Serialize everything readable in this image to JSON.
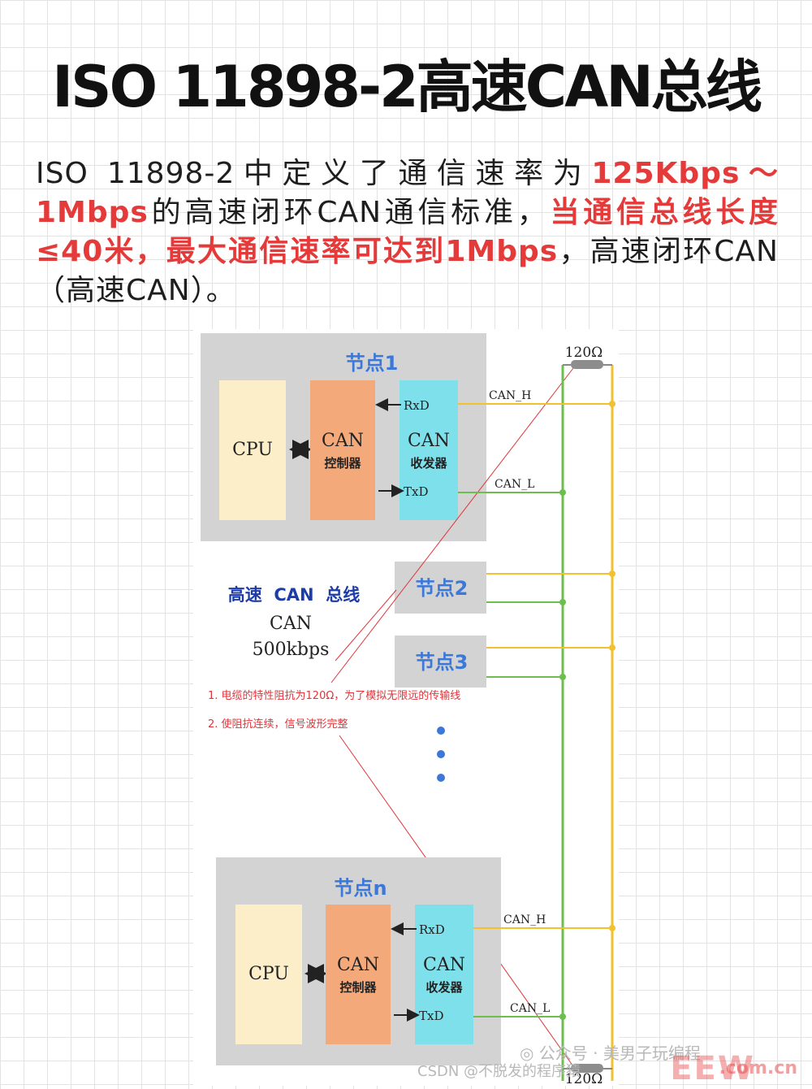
{
  "title": "ISO 11898-2高速CAN总线",
  "intro": {
    "p1": "ISO 11898-2中定义了通信速率为",
    "red1": "125Kbps～1Mbps",
    "p2": "的高速闭环CAN通信标准，",
    "red2": "当通信总线长度≤40米，最大通信速率可达到1Mbps",
    "p3": "，高速闭环CAN（高速CAN）。"
  },
  "diagram": {
    "resistor_top": "120Ω",
    "resistor_bottom": "120Ω",
    "node1": {
      "title": "节点1",
      "cpu": "CPU",
      "controller": "CAN",
      "controller_sub": "控制器",
      "transceiver": "CAN",
      "transceiver_sub": "收发器",
      "rxd": "RxD",
      "txd": "TxD",
      "can_h": "CAN_H",
      "can_l": "CAN_L"
    },
    "node2": {
      "title": "节点2"
    },
    "node3": {
      "title": "节点3"
    },
    "noden": {
      "title": "节点n",
      "cpu": "CPU",
      "controller": "CAN",
      "controller_sub": "控制器",
      "transceiver": "CAN",
      "transceiver_sub": "收发器",
      "rxd": "RxD",
      "txd": "TxD",
      "can_h": "CAN_H",
      "can_l": "CAN_L"
    },
    "bus_label": "高速  CAN  总线",
    "bus_can": "CAN",
    "bus_speed": "500kbps",
    "note1": "1. 电缆的特性阻抗为120Ω，为了模拟无限远的传输线",
    "note2": "2. 使阻抗连续，信号波形完整",
    "colors": {
      "can_h_wire": "#f2c12e",
      "can_l_wire": "#6cbf4e",
      "cpu_fill": "#fbeec9",
      "controller_fill": "#f4a97a",
      "transceiver_fill": "#7ee0ea",
      "node_bg": "#d3d3d3",
      "node_title": "#3b78d8",
      "bus_label": "#1e3ca8",
      "note_red": "#e0343a"
    }
  },
  "watermarks": {
    "wechat": "公众号 · 美男子玩编程",
    "csdn": "CSDN @不脱发的程序猿",
    "eew": "EEW",
    "eew_domain": ".com.cn"
  }
}
